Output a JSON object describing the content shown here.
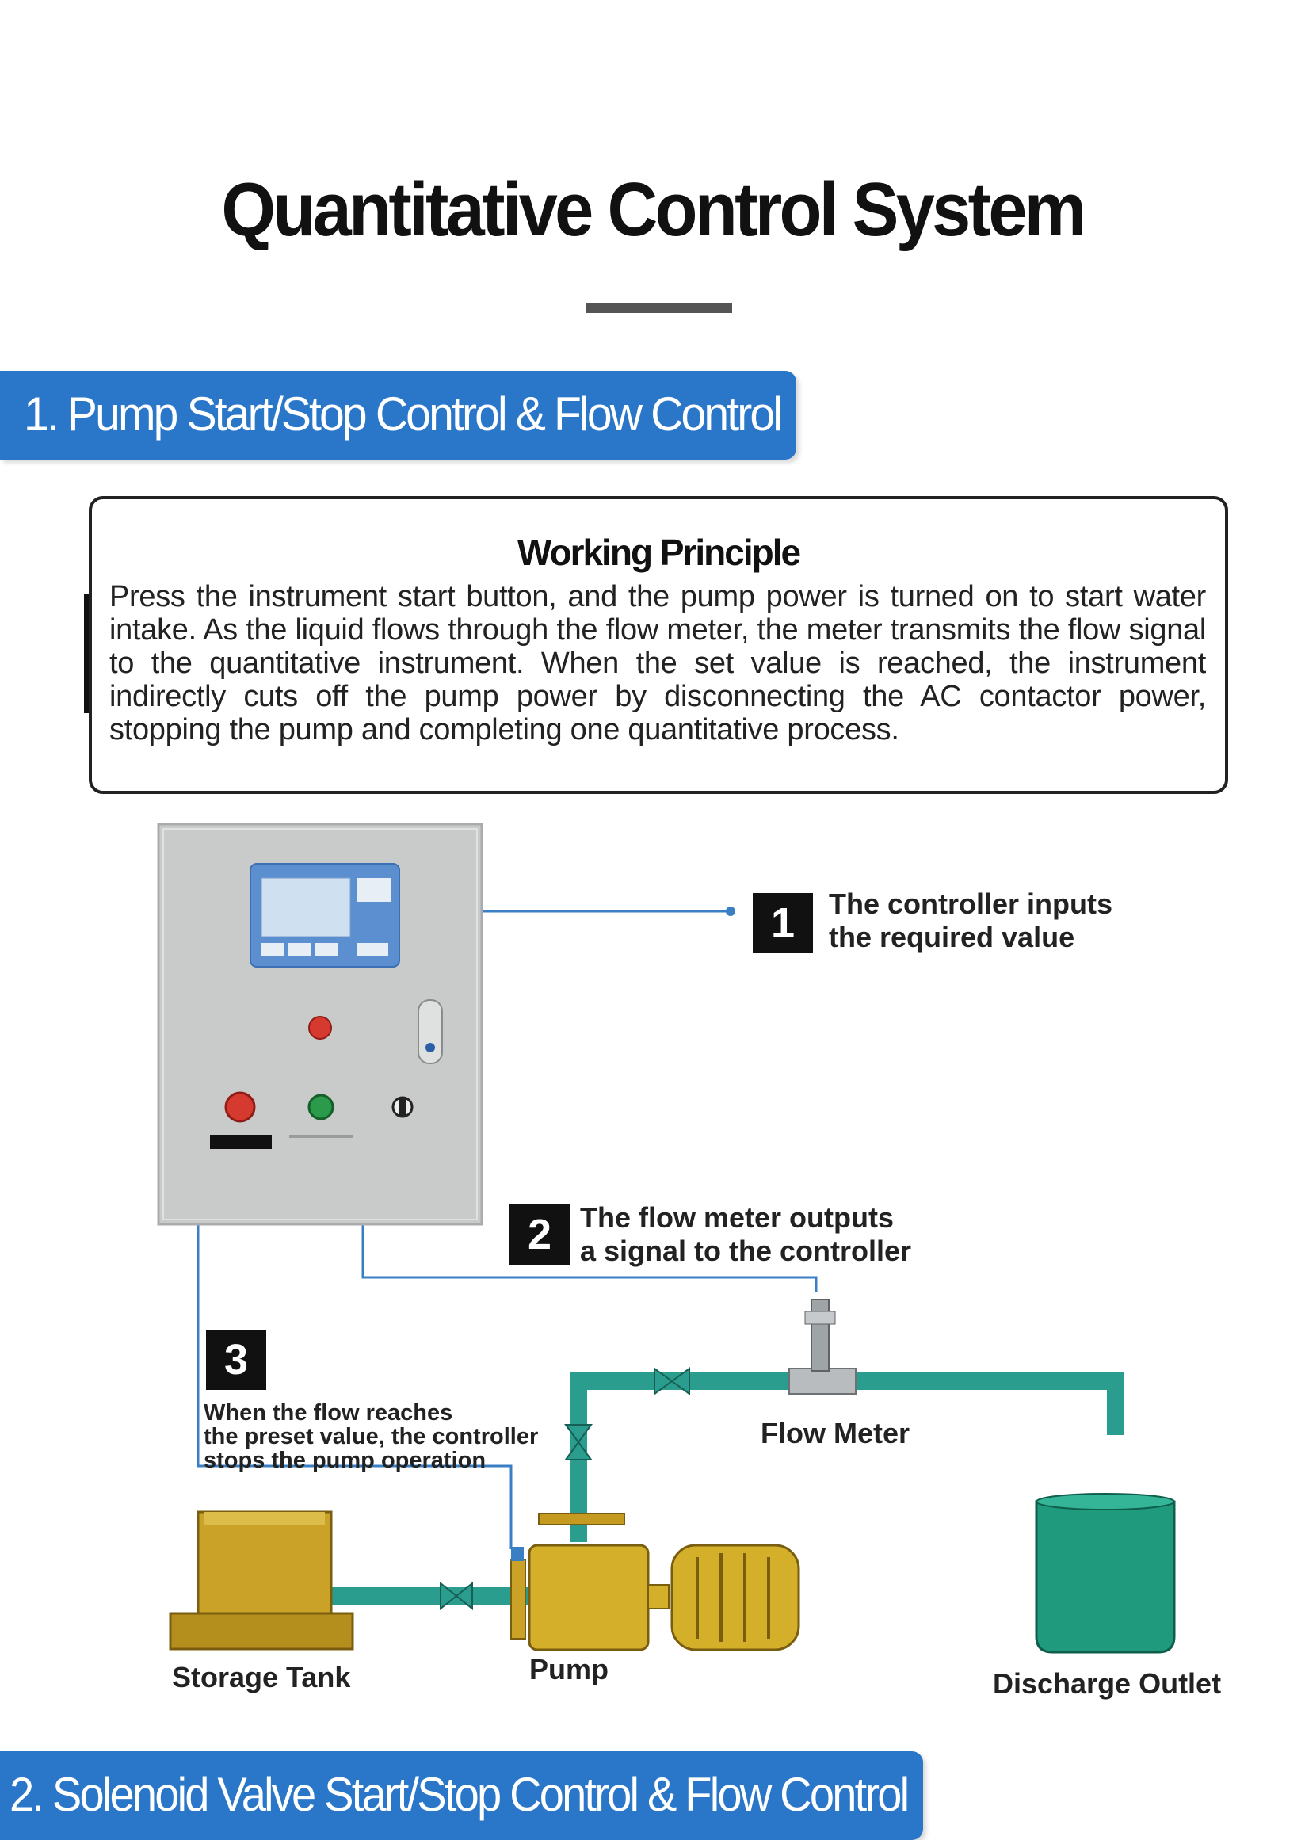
{
  "page": {
    "title": "Quantitative Control System"
  },
  "section1": {
    "heading": "1. Pump Start/Stop Control & Flow Control"
  },
  "working_principle": {
    "title": "Working Principle",
    "text": "Press the instrument start button, and the pump power is turned on to start water intake. As the liquid flows through the flow meter, the meter transmits the flow signal to the quantitative instrument. When the set value is reached, the instrument indirectly cuts off the pump power by disconnecting the AC contactor power, stopping the pump and completing one quantitative process."
  },
  "steps": [
    {
      "number": "1",
      "line1": "The controller inputs",
      "line2": "the required value"
    },
    {
      "number": "2",
      "line1": "The flow meter outputs",
      "line2": "a signal to the controller"
    },
    {
      "number": "3",
      "line1": "When the flow reaches",
      "line2": "the preset value, the controller",
      "line3": "stops the pump operation"
    }
  ],
  "components": {
    "flow_meter": "Flow Meter",
    "storage_tank": "Storage Tank",
    "pump": "Pump",
    "discharge_outlet": "Discharge Outlet"
  },
  "section2": {
    "heading": "2.  Solenoid Valve Start/Stop Control & Flow Control"
  },
  "colors": {
    "banner_blue": "#2a77c9",
    "pipe_teal": "#2a9d8f",
    "tank_gold": "#c9a227",
    "outlet_green": "#1f9a7d",
    "cabinet_gray": "#c9cbcb",
    "signal_wire": "#3a7fc4"
  }
}
